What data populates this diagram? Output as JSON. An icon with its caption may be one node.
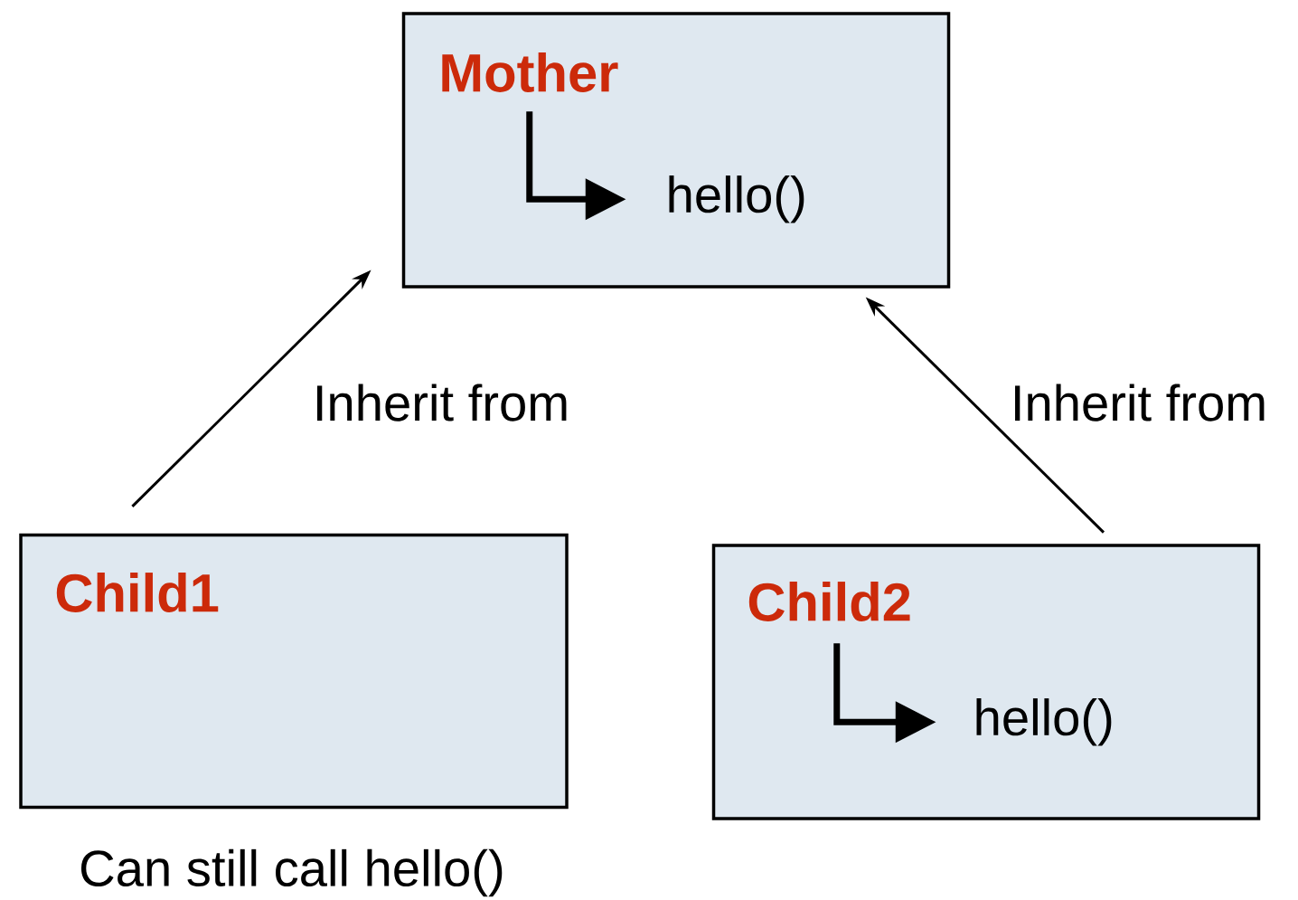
{
  "diagram": {
    "nodes": [
      {
        "text": [
          "Mother"
        ]
      },
      {
        "text": [
          "hello()"
        ],
        "in": 0
      },
      {
        "text": [
          "Child1"
        ],
        "beside": [
          "Can still call hello()"
        ]
      },
      {
        "text": [
          "Child2"
        ]
      },
      {
        "text": [
          "hello()"
        ],
        "in": 3
      }
    ],
    "edges": [
      {
        "from": 2,
        "to": 0,
        "arrow": "to",
        "label": "Inherit from"
      },
      {
        "from": 3,
        "to": 0,
        "arrow": "to",
        "label": "Inherit from"
      },
      {
        "from": null,
        "to": 1,
        "arrow": "to",
        "style": "thick"
      },
      {
        "from": null,
        "to": 4,
        "arrow": "to",
        "style": "thick"
      }
    ]
  }
}
